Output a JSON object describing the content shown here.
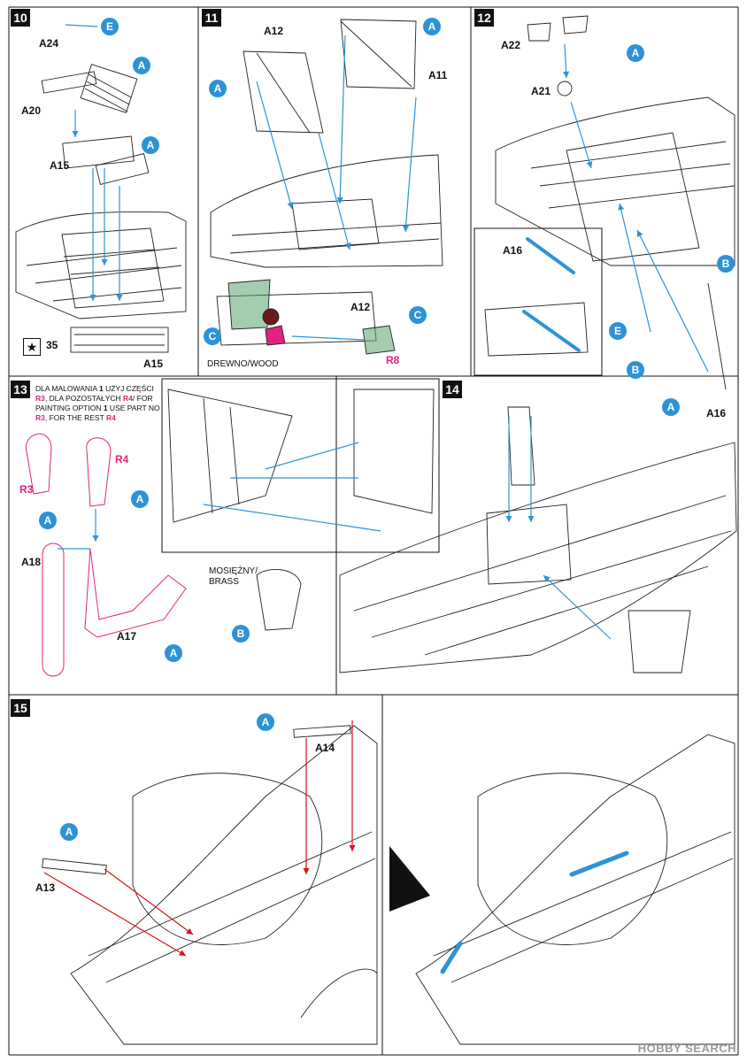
{
  "colors": {
    "callout": "#2d93d6",
    "pink": "#e2227e",
    "rod": "#2d93d6",
    "arrow_red": "#d7141a",
    "green": "#5aa36b"
  },
  "steps": {
    "s10": {
      "num": "10",
      "labels": {
        "a24": "A24",
        "a20": "A20",
        "a15": "A15",
        "a15b": "A15",
        "count": "35"
      },
      "bubbles": {
        "e": "E",
        "a1": "A",
        "a2": "A"
      },
      "star": "★"
    },
    "s11": {
      "num": "11",
      "labels": {
        "a12": "A12",
        "a11": "A11",
        "a12b": "A12",
        "wood": "DREWNO/WOOD",
        "r8": "R8"
      },
      "bubbles": {
        "a1": "A",
        "a2": "A",
        "c1": "C",
        "c2": "C"
      }
    },
    "s12": {
      "num": "12",
      "labels": {
        "a22": "A22",
        "a21": "A21",
        "a16": "A16",
        "a16b": "A16"
      },
      "bubbles": {
        "a1": "A",
        "b1": "B",
        "e": "E",
        "b2": "B",
        "a2": "A"
      }
    },
    "s13": {
      "num": "13",
      "note": {
        "l1a": "DLA MALOWANIA ",
        "l1b": "1",
        "l1c": " UŻYJ CZĘŚCI",
        "l2a": "R3",
        "l2b": ", DLA POZOSTAŁYCH ",
        "l2c": "R4",
        "l2d": "/ FOR",
        "l3a": "PAINTING OPTION ",
        "l3b": "1",
        "l3c": " USE PART NO",
        "l4a": "R3",
        "l4b": ", FOR THE REST ",
        "l4c": "R4"
      },
      "labels": {
        "r3": "R3",
        "r4": "R4",
        "a18": "A18",
        "a17": "A17",
        "brass1": "MOSIĘŻNY/",
        "brass2": "BRASS"
      },
      "bubbles": {
        "a1": "A",
        "a2": "A",
        "a3": "A",
        "b": "B"
      }
    },
    "s14": {
      "num": "14"
    },
    "s15": {
      "num": "15",
      "labels": {
        "a14": "A14",
        "a13": "A13"
      },
      "bubbles": {
        "a1": "A",
        "a2": "A"
      }
    }
  },
  "watermark": "HOBBY SEARCH"
}
